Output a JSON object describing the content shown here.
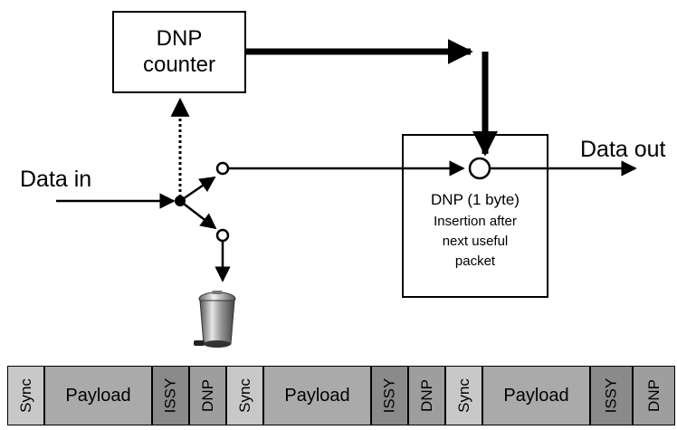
{
  "counter": {
    "line1": "DNP",
    "line2": "counter"
  },
  "input_label": "Data in",
  "output_label": "Data out",
  "insertion": {
    "line1": "DNP (1 byte)",
    "line2": "Insertion after",
    "line3": "next useful",
    "line4": "packet"
  },
  "packet_cells": [
    {
      "label": "Sync",
      "kind": "sync"
    },
    {
      "label": "Payload",
      "kind": "payload"
    },
    {
      "label": "ISSY",
      "kind": "issy"
    },
    {
      "label": "DNP",
      "kind": "dnp"
    },
    {
      "label": "Sync",
      "kind": "sync"
    },
    {
      "label": "Payload",
      "kind": "payload"
    },
    {
      "label": "ISSY",
      "kind": "issy"
    },
    {
      "label": "DNP",
      "kind": "dnp"
    },
    {
      "label": "Sync",
      "kind": "sync"
    },
    {
      "label": "Payload",
      "kind": "payload"
    },
    {
      "label": "ISSY",
      "kind": "issy"
    },
    {
      "label": "DNP",
      "kind": "dnp"
    }
  ],
  "colors": {
    "sync": "#c8c8c8",
    "payload": "#aaaaaa",
    "issy": "#8a8a8a",
    "dnp": "#9e9e9e",
    "line": "#000000"
  },
  "icons": {
    "discard": "trash-bin-icon"
  }
}
